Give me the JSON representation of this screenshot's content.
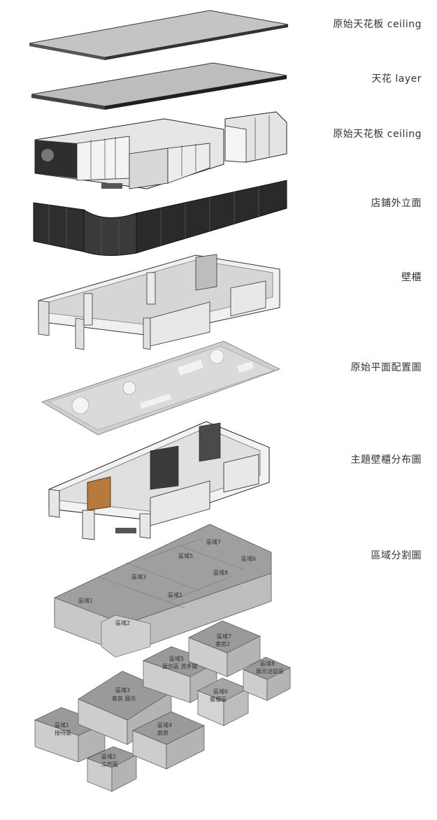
{
  "layers": [
    {
      "label": "原始天花板  ceiling"
    },
    {
      "label": "天花   layer"
    },
    {
      "label": "原始天花板  ceiling"
    },
    {
      "label": "店鋪外立面"
    },
    {
      "label": "壁櫃"
    },
    {
      "label": "原始平面配置圖"
    },
    {
      "label": "主題壁櫃分布圖"
    },
    {
      "label": "區域分割圖"
    }
  ],
  "zones_top": [
    {
      "label": "區域1"
    },
    {
      "label": "區域2"
    },
    {
      "label": "區域3"
    },
    {
      "label": "區域1"
    },
    {
      "label": "區域5"
    },
    {
      "label": "區域6"
    },
    {
      "label": "區域7"
    },
    {
      "label": "區域8"
    }
  ],
  "zones_bottom": [
    {
      "label": "區域1",
      "sub": "接待區"
    },
    {
      "label": "區域2",
      "sub": "工作區"
    },
    {
      "label": "區域3",
      "sub": "客房 展示"
    },
    {
      "label": "區域4",
      "sub": "廚房"
    },
    {
      "label": "區域5",
      "sub": "展示區 洗手間"
    },
    {
      "label": "區域6",
      "sub": "餐櫃區"
    },
    {
      "label": "區域7",
      "sub": "客房2"
    },
    {
      "label": "區域8",
      "sub": "展示洽談區"
    }
  ],
  "colors": {
    "slab_top": "#bdbdbd",
    "slab_edge": "#222222",
    "wall_dark": "#2b2b2b",
    "wall_light": "#e8e8e8",
    "floor_plan": "#c8c8c8",
    "box_top": "#9a9a9a",
    "box_side": "#c4c4c4",
    "accent_orange": "#b87a3c"
  }
}
